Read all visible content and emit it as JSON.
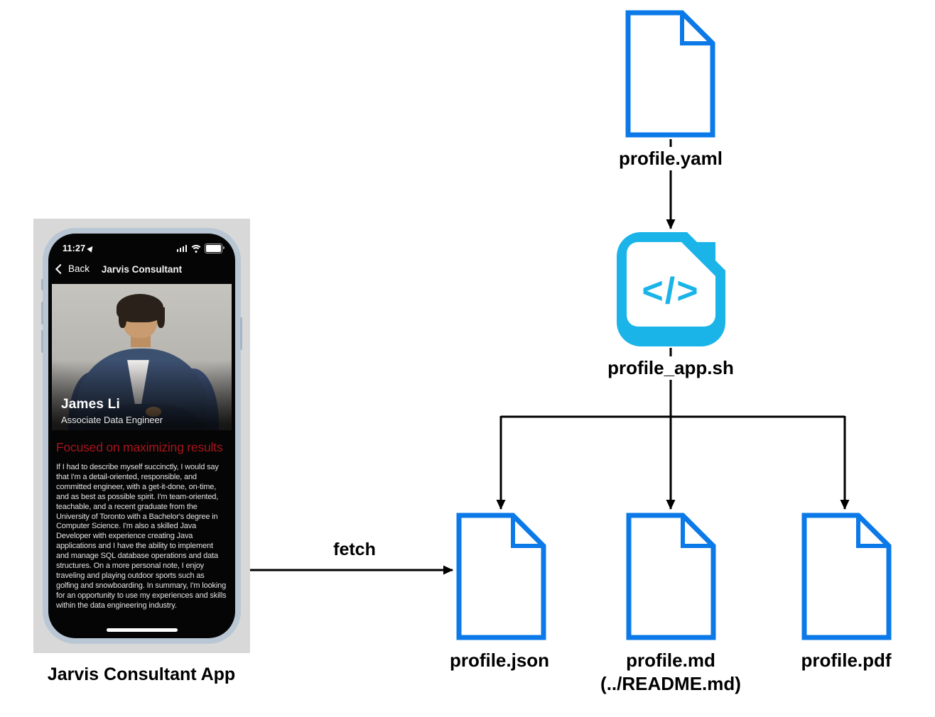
{
  "diagram": {
    "files": {
      "yaml": {
        "label": "profile.yaml"
      },
      "app": {
        "label": "profile_app.sh",
        "glyph": "</>"
      },
      "json": {
        "label": "profile.json"
      },
      "md": {
        "label": "profile.md",
        "sublabel": "(../README.md)"
      },
      "pdf": {
        "label": "profile.pdf"
      }
    },
    "fetch_label": "fetch",
    "colors": {
      "document_blue": "#0b79e8",
      "code_cyan": "#1ab4e8",
      "connector_black": "#000000"
    }
  },
  "phone": {
    "caption": "Jarvis Consultant App",
    "status_time": "11:27",
    "nav": {
      "back_label": "Back",
      "title": "Jarvis Consultant"
    },
    "profile": {
      "name": "James Li",
      "role": "Associate Data Engineer",
      "headline": "Focused on maximizing results",
      "headline_color": "#a8151c",
      "bio": "If I had to describe myself succinctly, I would say that I'm a detail-oriented, responsible, and committed engineer, with a get-it-done, on-time, and as best as possible spirit. I'm team-oriented, teachable, and a recent graduate from the University of Toronto with a Bachelor's degree in Computer Science. I'm also a skilled Java Developer with experience creating Java applications and I have the ability to implement and manage SQL database operations and data structures. On a more personal note, I enjoy traveling and playing outdoor sports such as golfing and snowboarding. In summary, I'm looking for an opportunity to use my experiences and skills within the data engineering industry."
    }
  }
}
